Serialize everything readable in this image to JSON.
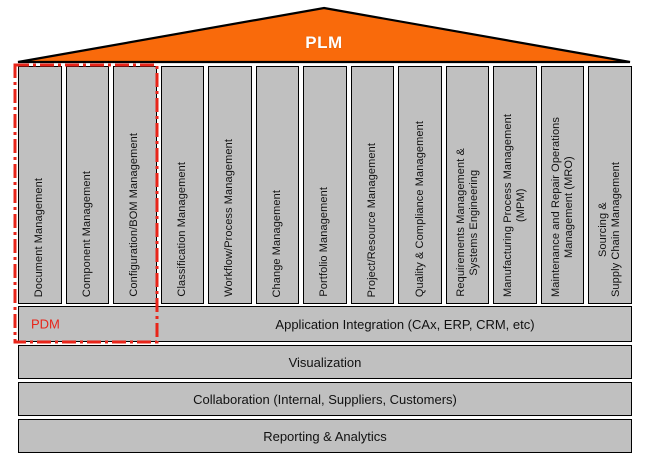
{
  "diagram": {
    "title": "PLM",
    "roof": {
      "label": "PLM",
      "fill_color": "#F96A0B",
      "stroke_color": "#000000",
      "text_color": "#FFFFFF"
    },
    "colors": {
      "box_fill": "#C0C0C0",
      "box_stroke": "#000000",
      "pdm_outline": "#E8251A",
      "page_background": "#FFFFFF",
      "text": "#111111"
    },
    "pillars": [
      {
        "label": "Document Management",
        "in_pdm": true
      },
      {
        "label": "Component Management",
        "in_pdm": true
      },
      {
        "label": "Configuration/BOM Management",
        "in_pdm": true
      },
      {
        "label": "Classification Management",
        "in_pdm": false
      },
      {
        "label": "Workflow/Process Management",
        "in_pdm": false
      },
      {
        "label": "Change Management",
        "in_pdm": false
      },
      {
        "label": "Portfolio Management",
        "in_pdm": false
      },
      {
        "label": "Project/Resource Management",
        "in_pdm": false
      },
      {
        "label": "Quality & Compliance Management",
        "in_pdm": false
      },
      {
        "label": "Requirements Management &\nSystems Engineering",
        "in_pdm": false
      },
      {
        "label": "Manufacturing Process Management\n(MPM)",
        "in_pdm": false
      },
      {
        "label": "Maintenance and Repair Operations\nManagement (MRO)",
        "in_pdm": false
      },
      {
        "label": "Sourcing &\nSupply Chain Management",
        "in_pdm": false
      }
    ],
    "bands": [
      {
        "label": "Application Integration (CAx, ERP, CRM, etc)"
      },
      {
        "label": "Visualization"
      },
      {
        "label": "Collaboration (Internal, Suppliers, Customers)"
      },
      {
        "label": "Reporting & Analytics"
      }
    ],
    "pdm_region": {
      "label": "PDM",
      "covers": [
        "Document Management",
        "Component Management",
        "Configuration/BOM Management",
        "Application Integration (CAx, ERP, CRM, etc)"
      ]
    }
  }
}
